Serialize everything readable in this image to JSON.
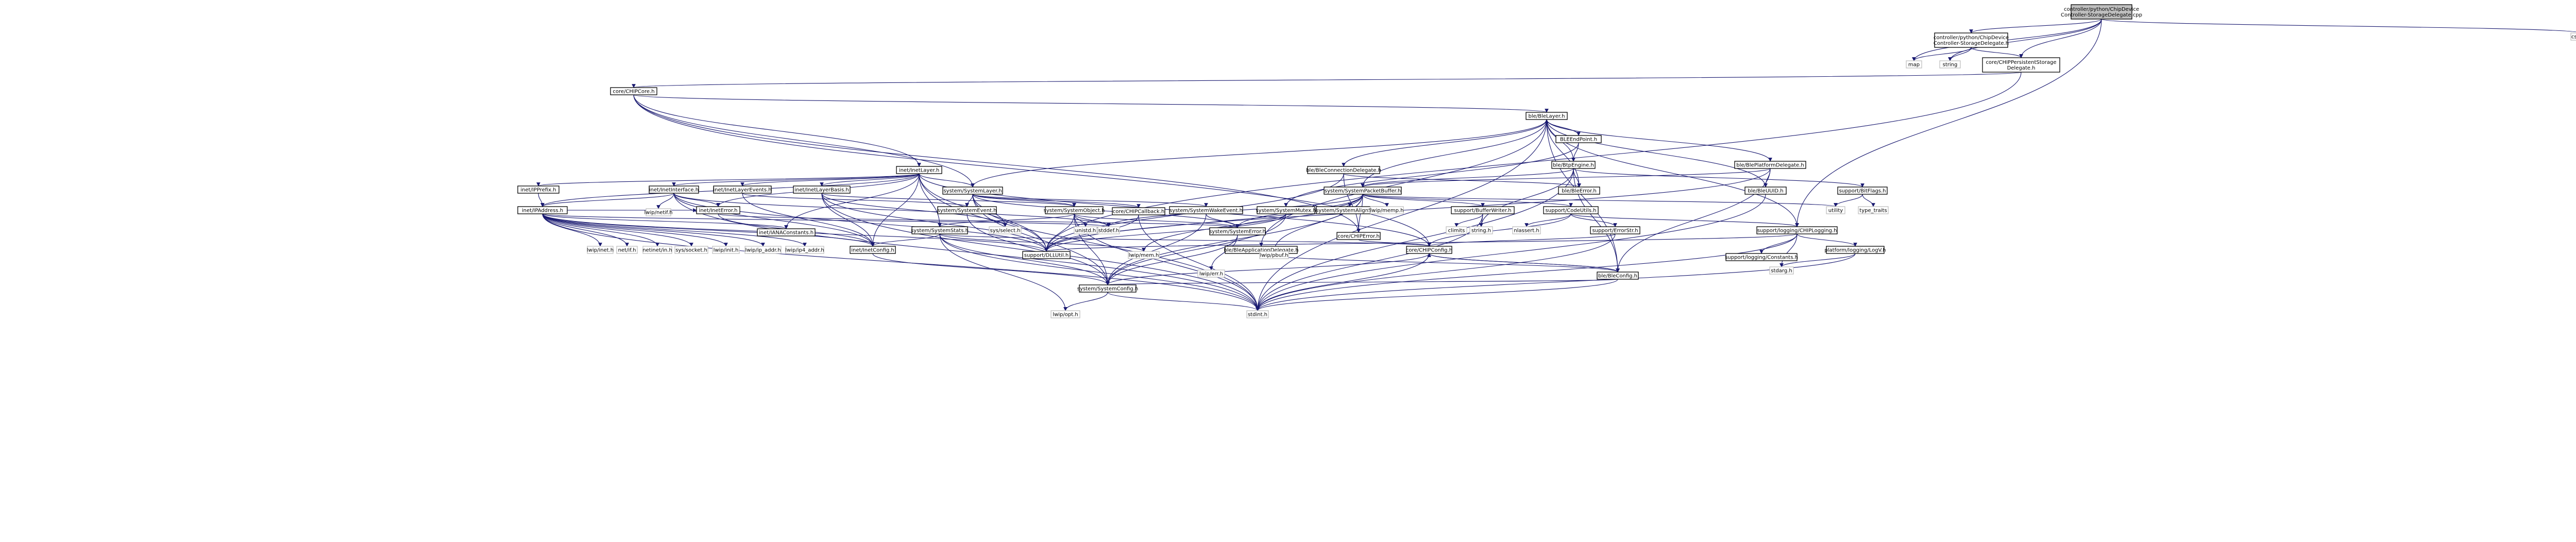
{
  "colors": {
    "edge": "#191970",
    "root_fill": "#bfbfbf",
    "node_fill": "#ffffff",
    "node_border": "#000000",
    "external_border": "#bfbfbf"
  },
  "nodes": [
    {
      "id": "root",
      "lines": [
        "controller/python/ChipDevice",
        "Controller-StorageDelegate.cpp"
      ],
      "kind": "root"
    },
    {
      "id": "csd_h",
      "lines": [
        "controller/python/ChipDevice",
        "Controller-StorageDelegate.h"
      ],
      "kind": "link"
    },
    {
      "id": "map",
      "lines": [
        "map"
      ],
      "kind": "plain"
    },
    {
      "id": "string",
      "lines": [
        "string"
      ],
      "kind": "plain"
    },
    {
      "id": "persist",
      "lines": [
        "core/CHIPPersistentStorage",
        "Delegate.h"
      ],
      "kind": "link"
    },
    {
      "id": "cstring",
      "lines": [
        "cstring"
      ],
      "kind": "plain"
    },
    {
      "id": "chipcore",
      "lines": [
        "core/CHIPCore.h"
      ],
      "kind": "link"
    },
    {
      "id": "bleh",
      "lines": [
        "ble/BleLayer.h"
      ],
      "kind": "link"
    },
    {
      "id": "bleendpoint",
      "lines": [
        "BLEEndPoint.h"
      ],
      "kind": "link"
    },
    {
      "id": "inetlayer",
      "lines": [
        "inet/InetLayer.h"
      ],
      "kind": "link"
    },
    {
      "id": "bleconndel",
      "lines": [
        "ble/BleConnectionDelegate.h"
      ],
      "kind": "link"
    },
    {
      "id": "btpengine",
      "lines": [
        "ble/BtpEngine.h"
      ],
      "kind": "link"
    },
    {
      "id": "bleplatdel",
      "lines": [
        "ble/BlePlatformDelegate.h"
      ],
      "kind": "link"
    },
    {
      "id": "ipprefix",
      "lines": [
        "inet/IPPrefix.h"
      ],
      "kind": "link"
    },
    {
      "id": "inetif",
      "lines": [
        "inet/InetInterface.h"
      ],
      "kind": "link"
    },
    {
      "id": "inetevents",
      "lines": [
        "inet/InetLayerEvents.h"
      ],
      "kind": "link"
    },
    {
      "id": "inetbasis",
      "lines": [
        "inet/InetLayerBasis.h"
      ],
      "kind": "link"
    },
    {
      "id": "syslayer",
      "lines": [
        "system/SystemLayer.h"
      ],
      "kind": "link"
    },
    {
      "id": "pktbuf",
      "lines": [
        "system/SystemPacketBuffer.h"
      ],
      "kind": "link"
    },
    {
      "id": "bleerror",
      "lines": [
        "ble/BleError.h"
      ],
      "kind": "link"
    },
    {
      "id": "bitflags",
      "lines": [
        "support/BitFlags.h"
      ],
      "kind": "link"
    },
    {
      "id": "bleuuid",
      "lines": [
        "ble/BleUUID.h"
      ],
      "kind": "link"
    },
    {
      "id": "ipaddress",
      "lines": [
        "inet/IPAddress.h"
      ],
      "kind": "link"
    },
    {
      "id": "lwipnetif",
      "lines": [
        "lwip/netif.h"
      ],
      "kind": "plain"
    },
    {
      "id": "ineterror",
      "lines": [
        "inet/InetError.h"
      ],
      "kind": "link"
    },
    {
      "id": "sysevent",
      "lines": [
        "system/SystemEvent.h"
      ],
      "kind": "link"
    },
    {
      "id": "sysobject",
      "lines": [
        "system/SystemObject.h"
      ],
      "kind": "link"
    },
    {
      "id": "chipcallback",
      "lines": [
        "core/CHIPCallback.h"
      ],
      "kind": "link"
    },
    {
      "id": "syswake",
      "lines": [
        "system/SystemWakeEvent.h"
      ],
      "kind": "link"
    },
    {
      "id": "sysmutex",
      "lines": [
        "system/SystemMutex.h"
      ],
      "kind": "link"
    },
    {
      "id": "sysalign",
      "lines": [
        "system/SystemAlignSize.h"
      ],
      "kind": "link"
    },
    {
      "id": "lwipmemp",
      "lines": [
        "lwip/memp.h"
      ],
      "kind": "plain"
    },
    {
      "id": "bufwriter",
      "lines": [
        "support/BufferWriter.h"
      ],
      "kind": "link"
    },
    {
      "id": "codeutils",
      "lines": [
        "support/CodeUtils.h"
      ],
      "kind": "link"
    },
    {
      "id": "utility",
      "lines": [
        "utility"
      ],
      "kind": "plain"
    },
    {
      "id": "typetraits",
      "lines": [
        "type_traits"
      ],
      "kind": "plain"
    },
    {
      "id": "sysselect",
      "lines": [
        "sys/select.h"
      ],
      "kind": "plain"
    },
    {
      "id": "iana",
      "lines": [
        "inet/IANAConstants.h"
      ],
      "kind": "link"
    },
    {
      "id": "sysstats",
      "lines": [
        "system/SystemStats.h"
      ],
      "kind": "link"
    },
    {
      "id": "unistd",
      "lines": [
        "unistd.h"
      ],
      "kind": "plain"
    },
    {
      "id": "stddef",
      "lines": [
        "stddef.h"
      ],
      "kind": "plain"
    },
    {
      "id": "syserror",
      "lines": [
        "system/SystemError.h"
      ],
      "kind": "link"
    },
    {
      "id": "chiperror",
      "lines": [
        "core/CHIPError.h"
      ],
      "kind": "link"
    },
    {
      "id": "climits",
      "lines": [
        "climits"
      ],
      "kind": "plain"
    },
    {
      "id": "stringh",
      "lines": [
        "string.h"
      ],
      "kind": "plain"
    },
    {
      "id": "nlassert",
      "lines": [
        "nlassert.h"
      ],
      "kind": "plain"
    },
    {
      "id": "errorstr",
      "lines": [
        "support/ErrorStr.h"
      ],
      "kind": "link"
    },
    {
      "id": "chiplogging",
      "lines": [
        "support/logging/CHIPLogging.h"
      ],
      "kind": "link"
    },
    {
      "id": "bleappdel",
      "lines": [
        "ble/BleApplicationDelegate.h"
      ],
      "kind": "link"
    },
    {
      "id": "lwipinet",
      "lines": [
        "lwip/inet.h"
      ],
      "kind": "plain"
    },
    {
      "id": "netif",
      "lines": [
        "net/if.h"
      ],
      "kind": "plain"
    },
    {
      "id": "netinetin",
      "lines": [
        "netinet/in.h"
      ],
      "kind": "plain"
    },
    {
      "id": "syssocket",
      "lines": [
        "sys/socket.h"
      ],
      "kind": "plain"
    },
    {
      "id": "lwipinit",
      "lines": [
        "lwip/init.h"
      ],
      "kind": "plain"
    },
    {
      "id": "lwipipaddr",
      "lines": [
        "lwip/ip_addr.h"
      ],
      "kind": "plain"
    },
    {
      "id": "lwipip4addr",
      "lines": [
        "lwip/ip4_addr.h"
      ],
      "kind": "plain"
    },
    {
      "id": "inetconfig",
      "lines": [
        "inet/InetConfig.h"
      ],
      "kind": "link"
    },
    {
      "id": "dlluti",
      "lines": [
        "support/DLLUtil.h"
      ],
      "kind": "link"
    },
    {
      "id": "lwipmem",
      "lines": [
        "lwip/mem.h"
      ],
      "kind": "plain"
    },
    {
      "id": "lwippbuf",
      "lines": [
        "lwip/pbuf.h"
      ],
      "kind": "plain"
    },
    {
      "id": "chipconfig",
      "lines": [
        "core/CHIPConfig.h"
      ],
      "kind": "link"
    },
    {
      "id": "loggingconst",
      "lines": [
        "support/logging/Constants.h"
      ],
      "kind": "link"
    },
    {
      "id": "platlogging",
      "lines": [
        "platform/logging/LogV.h"
      ],
      "kind": "link"
    },
    {
      "id": "lwiperr",
      "lines": [
        "lwip/err.h"
      ],
      "kind": "plain"
    },
    {
      "id": "bleconfig",
      "lines": [
        "ble/BleConfig.h"
      ],
      "kind": "link"
    },
    {
      "id": "stdarg",
      "lines": [
        "stdarg.h"
      ],
      "kind": "plain"
    },
    {
      "id": "sysconfig",
      "lines": [
        "system/SystemConfig.h"
      ],
      "kind": "link"
    },
    {
      "id": "lwipopt",
      "lines": [
        "lwip/opt.h"
      ],
      "kind": "plain"
    },
    {
      "id": "stdint",
      "lines": [
        "stdint.h"
      ],
      "kind": "plain"
    }
  ]
}
